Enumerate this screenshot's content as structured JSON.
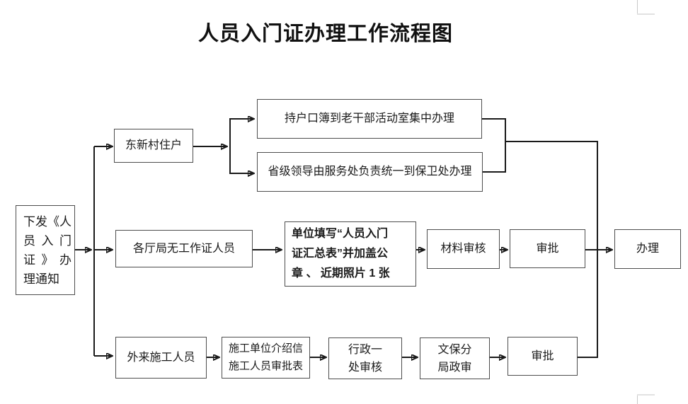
{
  "title": "人员入门证办理工作流程图",
  "nodes": {
    "notice": {
      "lines": [
        "下发《人",
        "员入门",
        "证》办",
        "理通知"
      ]
    },
    "dongxincun": {
      "label": "东新村住户"
    },
    "hukou": {
      "label": "持户口簿到老干部活动室集中办理"
    },
    "shengji": {
      "label": "省级领导由服务处负责统一到保卫处办理"
    },
    "getingju": {
      "label": "各厅局无工作证人员"
    },
    "danwei": {
      "lines": [
        "单位填写“人员入门",
        "证汇总表”并加盖公",
        "章 、 近期照片 1 张"
      ]
    },
    "cailiao": {
      "label": "材料审核"
    },
    "shenpi_mid": {
      "label": "审批"
    },
    "banli": {
      "label": "办理"
    },
    "wailai": {
      "label": "外来施工人员"
    },
    "jieshao": {
      "lines": [
        "施工单位介绍信",
        "施工人员审批表"
      ]
    },
    "xingzheng": {
      "lines": [
        "行政一",
        "处审核"
      ]
    },
    "wenbao": {
      "lines": [
        "文保分",
        "局政审"
      ]
    },
    "shenpi_bottom": {
      "label": "审批"
    }
  },
  "colors": {
    "line": "#1a1a1a",
    "box_border": "#4d4d4d"
  }
}
